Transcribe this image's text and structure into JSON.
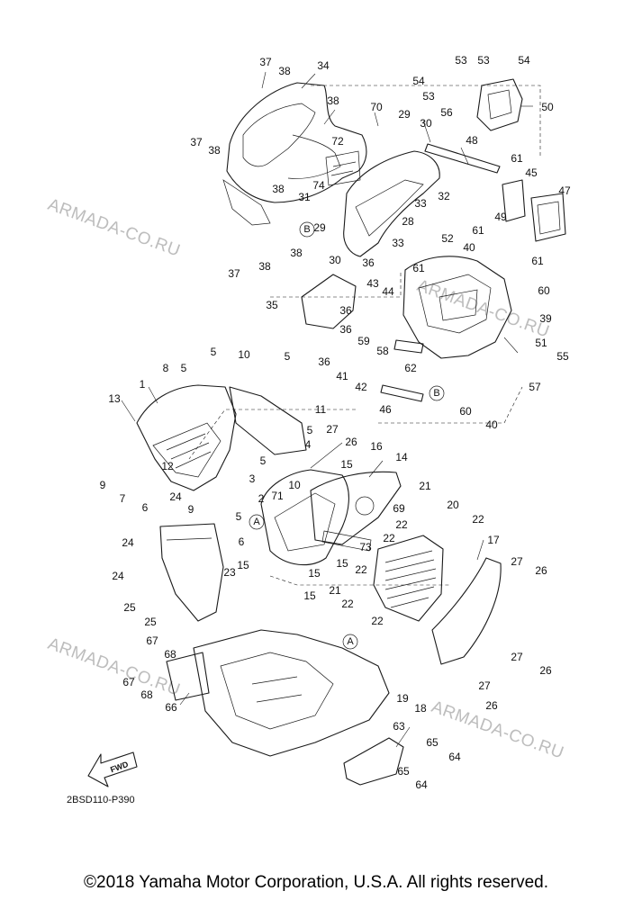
{
  "watermark": "ARMADA-CO.RU",
  "diagram_code": "2BSD110-P390",
  "fwd_label": "FWD",
  "copyright": "©2018 Yamaha Motor Corporation, U.S.A. All rights reserved.",
  "ref_letters": [
    "A",
    "B"
  ],
  "callouts": [
    "1",
    "2",
    "3",
    "4",
    "5",
    "6",
    "7",
    "8",
    "9",
    "10",
    "11",
    "12",
    "13",
    "14",
    "15",
    "16",
    "17",
    "18",
    "19",
    "20",
    "21",
    "22",
    "23",
    "24",
    "25",
    "26",
    "27",
    "28",
    "29",
    "30",
    "31",
    "32",
    "33",
    "34",
    "35",
    "36",
    "37",
    "38",
    "39",
    "40",
    "41",
    "42",
    "43",
    "44",
    "45",
    "46",
    "47",
    "48",
    "49",
    "50",
    "51",
    "52",
    "53",
    "54",
    "55",
    "56",
    "57",
    "58",
    "59",
    "60",
    "61",
    "62",
    "63",
    "64",
    "65",
    "66",
    "67",
    "68",
    "69",
    "70",
    "71",
    "72",
    "73",
    "74"
  ]
}
